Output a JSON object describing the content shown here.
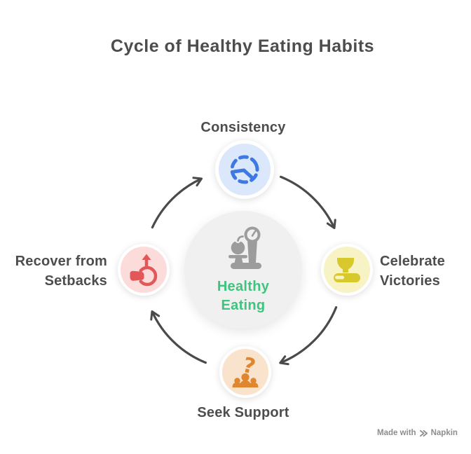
{
  "title": "Cycle of Healthy Eating Habits",
  "center": {
    "icon": "food-scale-icon",
    "label_line1": "Healthy",
    "label_line2": "Eating"
  },
  "nodes": {
    "top": {
      "label": "Consistency",
      "icon": "dashed-cycle-clock-icon"
    },
    "right": {
      "label_line1": "Celebrate",
      "label_line2": "Victories",
      "icon": "trophy-icon"
    },
    "bottom": {
      "label": "Seek Support",
      "icon": "people-question-icon",
      "icon_glyph": "?"
    },
    "left": {
      "label_line1": "Recover from",
      "label_line2": "Setbacks",
      "icon": "recovery-arrow-icon"
    }
  },
  "watermark": {
    "prefix": "Made with",
    "brand": "Napkin"
  },
  "palette": {
    "title_text": "#4d4d4d",
    "label_text": "#4d4d4d",
    "arrow": "#4a4a4a",
    "center_circle": "#f0f0f0",
    "center_icon": "#9c9c9c",
    "center_text": "#3ec47e",
    "top_circle": "#dbe7fb",
    "top_icon": "#3e79e3",
    "right_circle": "#f8f3c5",
    "right_icon": "#d7c92c",
    "bottom_circle": "#fae3cc",
    "bottom_icon": "#e0862e",
    "left_circle": "#fcdbdb",
    "left_icon": "#e25757",
    "watermark_text": "#8d8d8d"
  }
}
